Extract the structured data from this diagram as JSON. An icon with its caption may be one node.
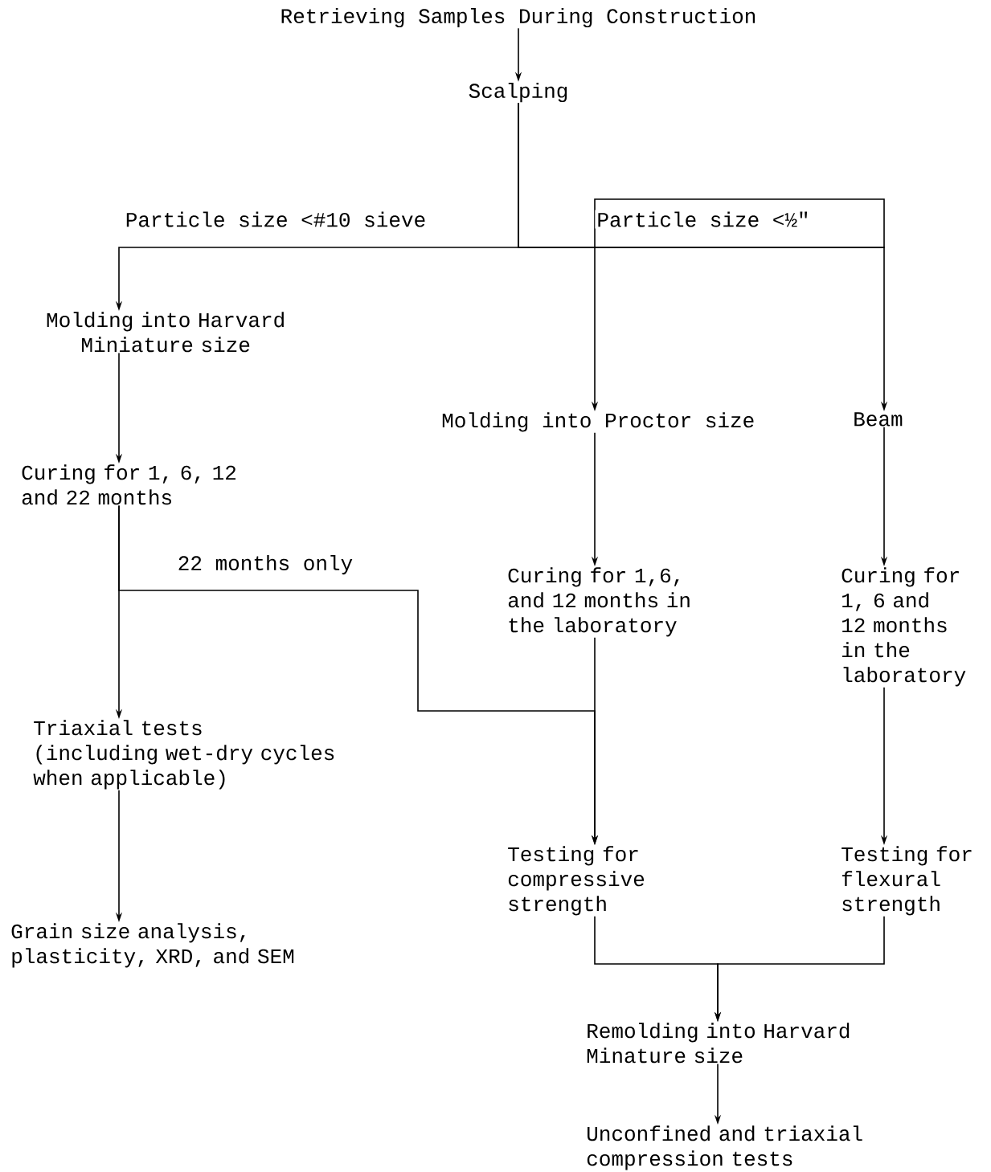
{
  "diagram": {
    "nodes": [
      {
        "text": [
          "Retrieving Samples During Construction"
        ]
      },
      {
        "text": [
          "Scalping"
        ]
      },
      {
        "text": [
          "Molding into Harvard Miniature size"
        ]
      },
      {
        "text": [
          "Molding into Proctor size"
        ]
      },
      {
        "text": [
          "Beam"
        ]
      },
      {
        "text": [
          "Curing for 1, 6, 12 and 22 months"
        ]
      },
      {
        "text": [
          "Curing for 1,6, and 12 months in the laboratory"
        ]
      },
      {
        "text": [
          "Curing for 1, 6 and 12 months in the laboratory"
        ]
      },
      {
        "text": [
          "Triaxial tests",
          "(including wet-dry cycles when applicable)"
        ]
      },
      {
        "text": [
          "Testing for compressive strength"
        ]
      },
      {
        "text": [
          "Testing for flexural strength"
        ]
      },
      {
        "text": [
          "Grain size analysis, plasticity, XRD, and SEM"
        ]
      },
      {
        "text": [
          "Remolding into Harvard Minature size"
        ]
      },
      {
        "text": [
          "Unconfined and triaxial compression tests"
        ]
      }
    ],
    "edges": [
      {
        "from": 0,
        "to": 1,
        "arrow": "to"
      },
      {
        "from": 1,
        "to": 2,
        "arrow": "to",
        "label": "Particle size <#10 sieve"
      },
      {
        "from": 1,
        "to": 3,
        "arrow": "to",
        "label": "Particle size <½\""
      },
      {
        "from": 1,
        "to": 4,
        "arrow": "to"
      },
      {
        "from": 2,
        "to": 5,
        "arrow": "to"
      },
      {
        "from": 5,
        "to": 8,
        "arrow": "to"
      },
      {
        "from": 5,
        "to": 9,
        "arrow": "to",
        "label": "22 months only"
      },
      {
        "from": 3,
        "to": 6,
        "arrow": "to"
      },
      {
        "from": 6,
        "to": 9,
        "arrow": "to"
      },
      {
        "from": 4,
        "to": 7,
        "arrow": "to"
      },
      {
        "from": 7,
        "to": 10,
        "arrow": "to"
      },
      {
        "from": 8,
        "to": 11,
        "arrow": "to"
      },
      {
        "from": 9,
        "to": 12,
        "arrow": "to"
      },
      {
        "from": 10,
        "to": 12,
        "arrow": "to"
      },
      {
        "from": 12,
        "to": 13,
        "arrow": "to"
      }
    ]
  }
}
